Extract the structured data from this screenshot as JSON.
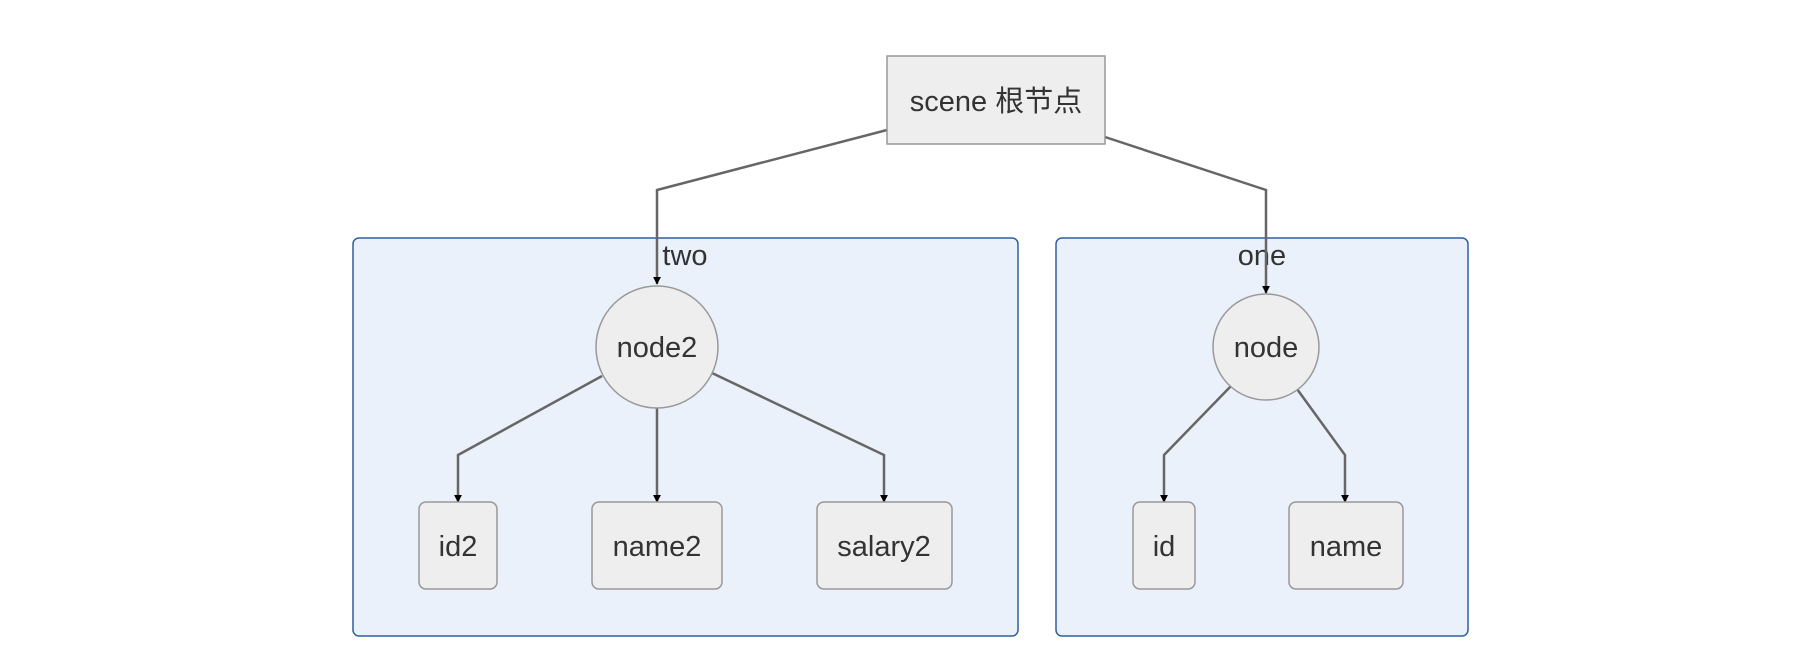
{
  "diagram": {
    "root": {
      "label": "scene 根节点"
    },
    "clusters": [
      {
        "id": "two",
        "label": "two"
      },
      {
        "id": "one",
        "label": "one"
      }
    ],
    "nodes": {
      "node2": "node2",
      "id2": "id2",
      "name2": "name2",
      "salary2": "salary2",
      "node": "node",
      "id": "id",
      "name": "name"
    },
    "edges": [
      {
        "from": "scene 根节点",
        "to": "node2"
      },
      {
        "from": "scene 根节点",
        "to": "node"
      },
      {
        "from": "node2",
        "to": "id2"
      },
      {
        "from": "node2",
        "to": "name2"
      },
      {
        "from": "node2",
        "to": "salary2"
      },
      {
        "from": "node",
        "to": "id"
      },
      {
        "from": "node",
        "to": "name"
      }
    ],
    "colors": {
      "cluster_fill": "#eaf1fa",
      "cluster_border": "#2f5f9e",
      "node_fill": "#eeeeee",
      "node_border": "#999999",
      "edge": "#666666"
    }
  }
}
